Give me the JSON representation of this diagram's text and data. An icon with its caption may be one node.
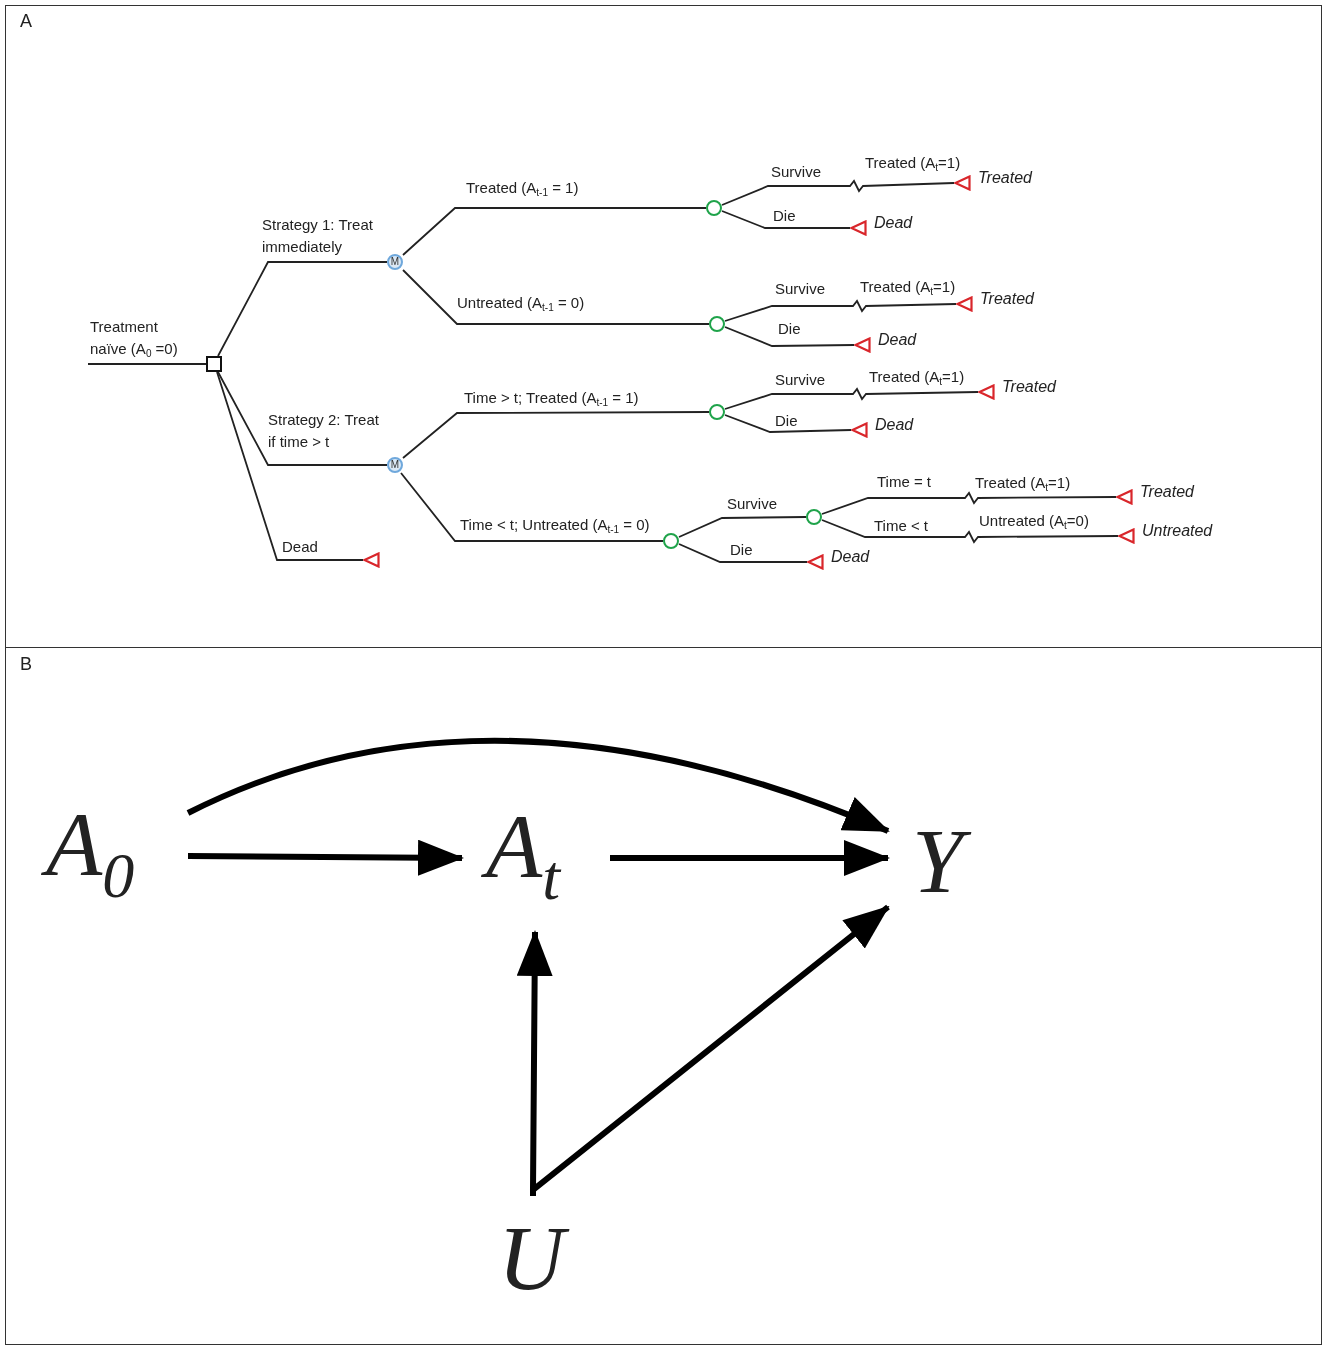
{
  "diagram": {
    "nodes": [
      {
        "text": [],
        "shape": "box"
      },
      {
        "text": [
          "M"
        ]
      },
      {
        "text": [
          "M"
        ]
      },
      {
        "text": [],
        "shape": "triangle"
      },
      {
        "text": [],
        "shape": "circle"
      },
      {
        "text": [],
        "shape": "triangle",
        "beside": [
          "Treated"
        ]
      },
      {
        "text": [],
        "shape": "triangle",
        "beside": [
          "Dead"
        ]
      },
      {
        "text": [],
        "shape": "circle"
      },
      {
        "text": [],
        "shape": "triangle",
        "beside": [
          "Treated"
        ]
      },
      {
        "text": [],
        "shape": "triangle",
        "beside": [
          "Dead"
        ]
      },
      {
        "text": [],
        "shape": "circle"
      },
      {
        "text": [],
        "shape": "triangle",
        "beside": [
          "Treated"
        ]
      },
      {
        "text": [],
        "shape": "triangle",
        "beside": [
          "Dead"
        ]
      },
      {
        "text": [],
        "shape": "circle"
      },
      {
        "text": [],
        "shape": "circle"
      },
      {
        "text": [],
        "shape": "triangle",
        "beside": [
          "Treated"
        ]
      },
      {
        "text": [],
        "shape": "triangle",
        "beside": [
          "Untreated"
        ]
      },
      {
        "text": [],
        "shape": "triangle",
        "beside": [
          "Dead"
        ]
      },
      {
        "text": [
          "A$_{0}$"
        ]
      },
      {
        "text": [
          "A$_{t}$"
        ]
      },
      {
        "text": [
          "Y"
        ]
      },
      {
        "text": [
          "U"
        ]
      }
    ],
    "edges": [
      {
        "from": null,
        "to": 0,
        "arrow": "none",
        "label": "Treatment naïve (A$_{0}$ =0)"
      },
      {
        "from": 0,
        "to": 1,
        "arrow": "none",
        "label": "Strategy 1: Treat immediately"
      },
      {
        "from": 0,
        "to": 2,
        "arrow": "none",
        "label": "Strategy 2: Treat if time > t"
      },
      {
        "from": 0,
        "to": 3,
        "arrow": "none",
        "label": "Dead"
      },
      {
        "from": 1,
        "to": 4,
        "arrow": "none",
        "label": "Treated (A$_{t-1}$ = 1)"
      },
      {
        "from": 4,
        "to": 5,
        "arrow": "none",
        "label": "Survive"
      },
      {
        "from": 4,
        "to": 6,
        "arrow": "none",
        "label": "Die"
      },
      {
        "from": 1,
        "to": 7,
        "arrow": "none",
        "label": "Untreated (A$_{t-1}$ = 0)"
      },
      {
        "from": 7,
        "to": 8,
        "arrow": "none",
        "label": "Survive"
      },
      {
        "from": 7,
        "to": 9,
        "arrow": "none",
        "label": "Die"
      },
      {
        "from": 2,
        "to": 10,
        "arrow": "none",
        "label": "Time > t; Treated (A$_{t-1}$ = 1)"
      },
      {
        "from": 10,
        "to": 11,
        "arrow": "none",
        "label": "Survive"
      },
      {
        "from": 10,
        "to": 12,
        "arrow": "none",
        "label": "Die"
      },
      {
        "from": 2,
        "to": 13,
        "arrow": "none",
        "label": "Time < t; Untreated (A$_{t-1}$ = 0)"
      },
      {
        "from": 13,
        "to": 14,
        "arrow": "none",
        "label": "Survive"
      },
      {
        "from": 14,
        "to": 15,
        "arrow": "none",
        "label": "Time = t"
      },
      {
        "from": 14,
        "to": 16,
        "arrow": "none",
        "label": "Time < t"
      },
      {
        "from": 13,
        "to": 17,
        "arrow": "none",
        "label": "Die"
      },
      {
        "from": 18,
        "to": 20,
        "arrow": "to",
        "style": "thick"
      },
      {
        "from": 18,
        "to": 19,
        "arrow": "to",
        "style": "thick"
      },
      {
        "from": 19,
        "to": 20,
        "arrow": "to",
        "style": "thick"
      },
      {
        "from": 21,
        "to": 19,
        "arrow": "to",
        "style": "thick"
      },
      {
        "from": 21,
        "to": 20,
        "arrow": "to",
        "style": "thick"
      }
    ],
    "labels": [
      "A",
      "Treated (A$_{t}$=1)",
      "Treated (A$_{t}$=1)",
      "Treated (A$_{t}$=1)",
      "Treated (A$_{t}$=1)",
      "Untreated (A$_{t}$=0)",
      "B"
    ]
  }
}
